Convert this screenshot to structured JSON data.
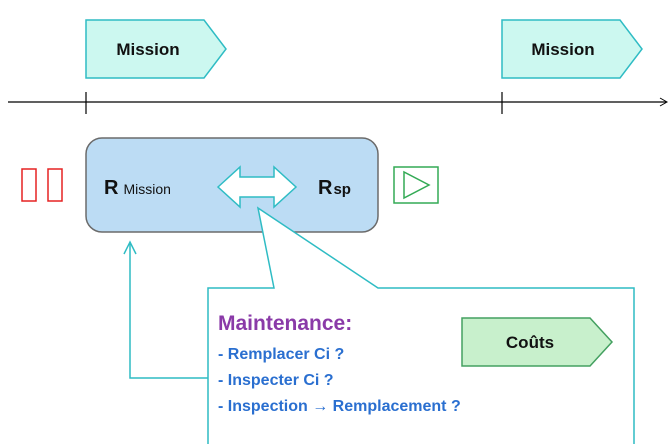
{
  "timeline": {
    "mission_label_1": "Mission",
    "mission_label_2": "Mission"
  },
  "reliability_box": {
    "r_letter": "R",
    "r_subscript": "Mission",
    "rsp_letter": "R",
    "rsp_subscript": "sp"
  },
  "callout": {
    "title": "Maintenance:",
    "items": [
      "- Remplacer Ci  ?",
      "- Inspecter Ci  ?",
      "- Inspection  → Remplacement  ?"
    ],
    "costs_label": "Coûts"
  },
  "colors": {
    "cyan_fill": "#ccf8f0",
    "cyan_stroke": "#2fbcc4",
    "box_fill": "#bcdcf4",
    "box_stroke": "#6b6b6b",
    "pause_red": "#e52222",
    "play_green": "#33aa55",
    "costs_fill": "#c8f0cc",
    "costs_stroke": "#44a060",
    "title_purple": "#8a3aa8",
    "list_blue": "#2a6fd0"
  },
  "icons": [
    "pause-icon",
    "play-icon",
    "double-arrow-icon"
  ]
}
